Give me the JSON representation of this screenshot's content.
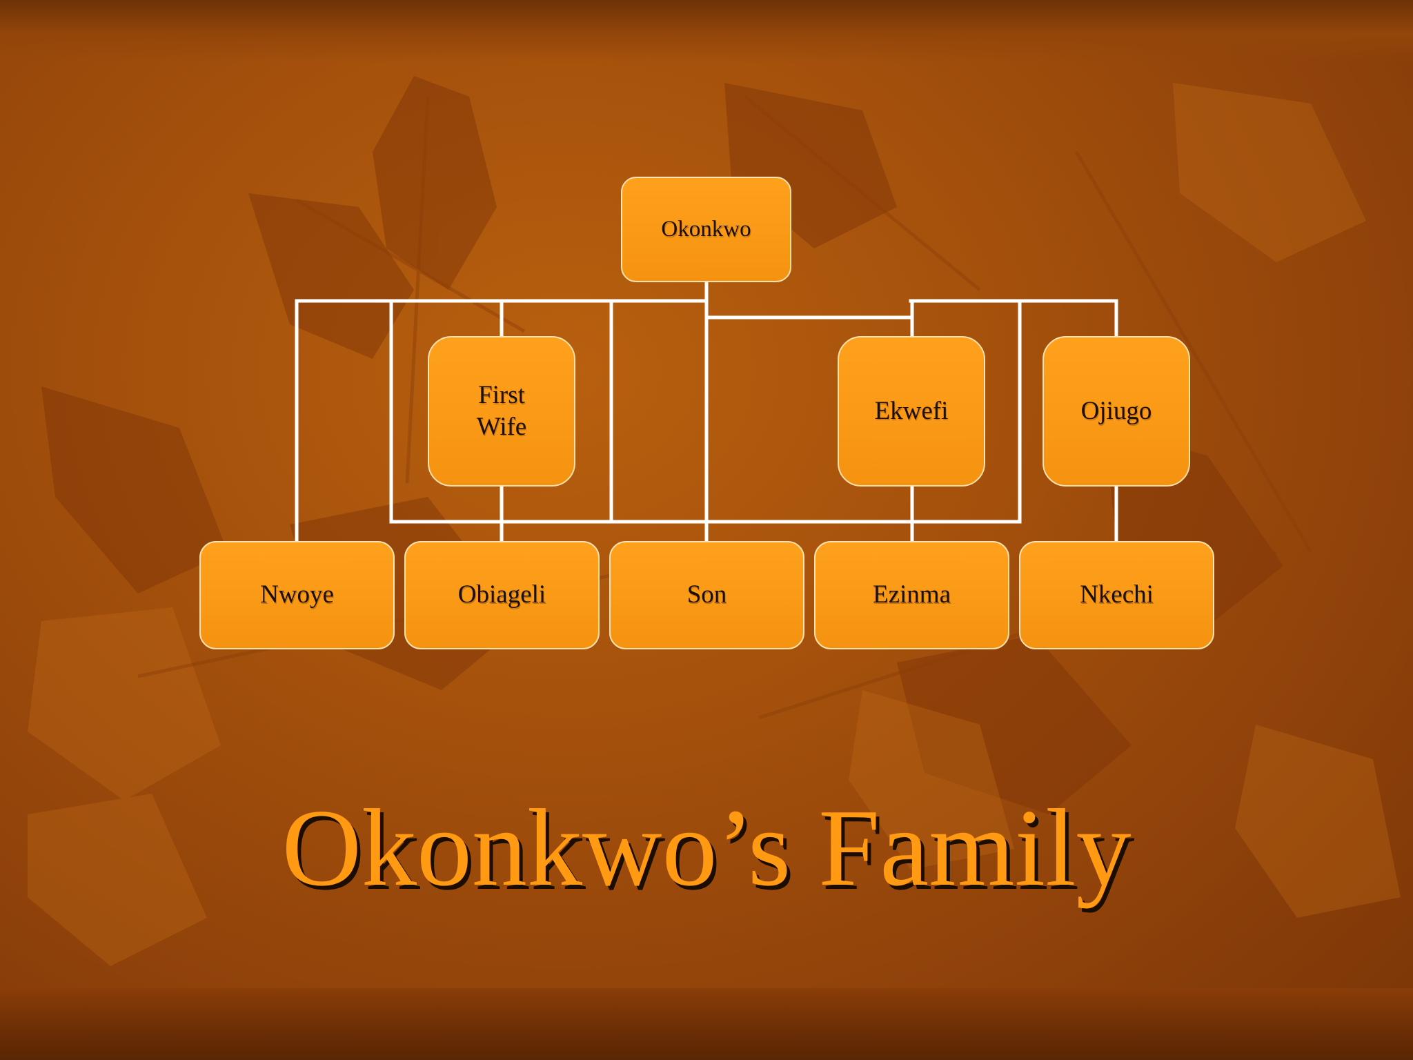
{
  "slide": {
    "title": "Okonkwo’s Family"
  },
  "tree": {
    "root": "Okonkwo",
    "wives": [
      {
        "lines": [
          "First",
          "Wife"
        ]
      },
      {
        "lines": [
          "Ekwefi"
        ]
      },
      {
        "lines": [
          "Ojiugo"
        ]
      }
    ],
    "children": [
      "Nwoye",
      "Obiageli",
      "Son",
      "Ezinma",
      "Nkechi"
    ]
  },
  "colors": {
    "background": "#a4500c",
    "node_fill": "#ffa11d",
    "node_border": "#fde2b0",
    "connector": "#ffffff",
    "title_text": "#ff9a12",
    "title_shadow": "#1c0d02"
  }
}
